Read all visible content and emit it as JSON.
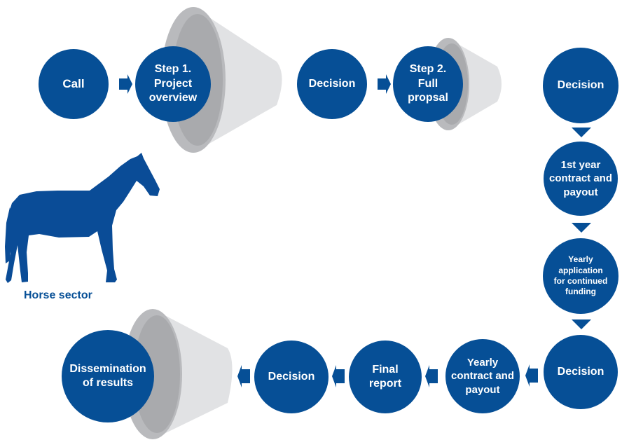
{
  "colors": {
    "node_fill": "#064f96",
    "node_text": "#ffffff",
    "funnel_body": "#e1e2e4",
    "funnel_rim": "#b9babd",
    "funnel_inner": "#a9aaad",
    "horse": "#0a4c97",
    "caption": "#064f96"
  },
  "nodes": {
    "call": "Call",
    "step1": "Step 1.\nProject\noverview",
    "decision1": "Decision",
    "step2": "Step 2.\nFull\npropsal",
    "decision2": "Decision",
    "contract1": "1st year\ncontract and\npayout",
    "yearly_app": "Yearly\napplication\nfor continued\nfunding",
    "decision3": "Decision",
    "yearly_contract": "Yearly\ncontract and\npayout",
    "final_report": "Final\nreport",
    "decision4": "Decision",
    "dissemination": "Dissemination\nof results"
  },
  "icons": {
    "arrow": "triangle-arrow-icon",
    "funnel": "funnel-cone-icon",
    "horse": "horse-silhouette-icon"
  },
  "sector_label": "Horse sector"
}
